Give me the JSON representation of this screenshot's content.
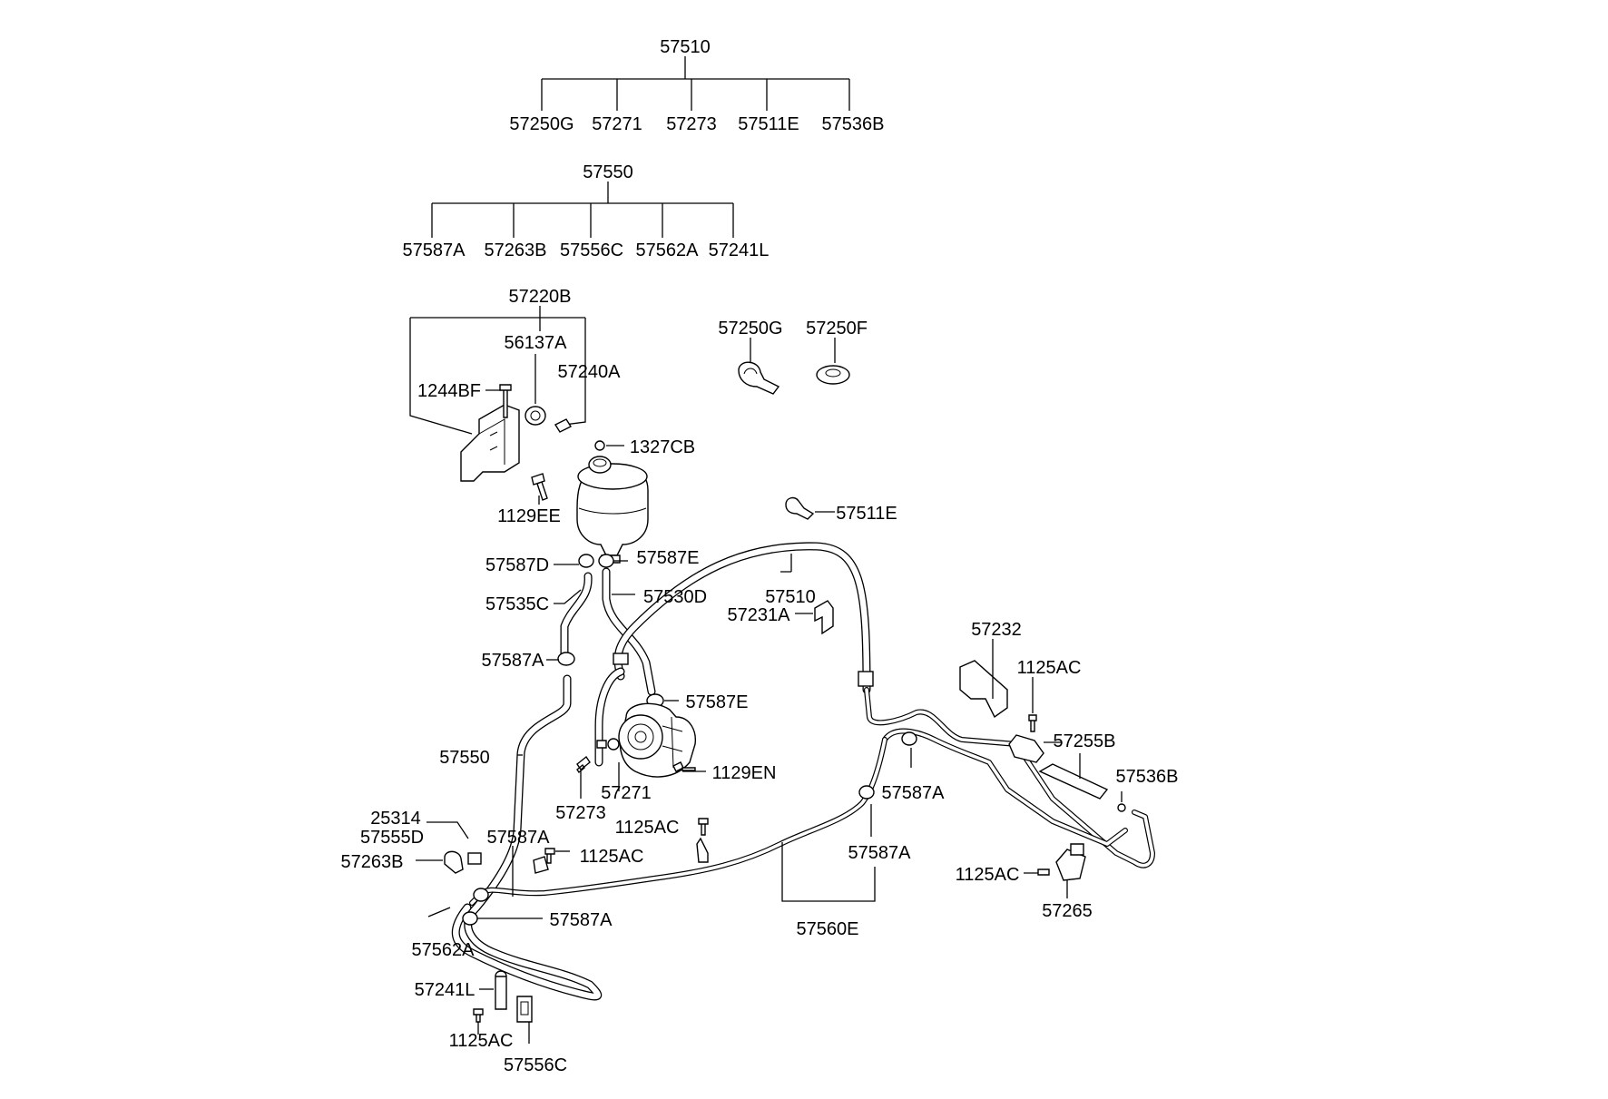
{
  "assemblies": [
    {
      "parent": "57510",
      "children": [
        "57250G",
        "57271",
        "57273",
        "57511E",
        "57536B"
      ]
    },
    {
      "parent": "57550",
      "children": [
        "57587A",
        "57263B",
        "57556C",
        "57562A",
        "57241L"
      ]
    }
  ],
  "callouts": {
    "c57220B": "57220B",
    "c56137A": "56137A",
    "c57240A": "57240A",
    "c1244BF": "1244BF",
    "c1327CB": "1327CB",
    "c1129EE": "1129EE",
    "c57250G": "57250G",
    "c57250F": "57250F",
    "c57511E": "57511E",
    "c57587D": "57587D",
    "c57587E_top": "57587E",
    "c57535C": "57535C",
    "c57530D": "57530D",
    "c57510": "57510",
    "c57231A": "57231A",
    "c57587A_upper": "57587A",
    "c57587E_pump": "57587E",
    "c57232": "57232",
    "c1125AC_right_top": "1125AC",
    "c57255B": "57255B",
    "c57536B": "57536B",
    "c57550": "57550",
    "c1129EN": "1129EN",
    "c57273": "57273",
    "c57271": "57271",
    "c57587A_mid": "57587A",
    "c25314": "25314",
    "c57555D": "57555D",
    "c57587A_left": "57587A",
    "c1125AC_center": "1125AC",
    "c1125AC_left": "1125AC",
    "c57587A_right": "57587A",
    "c57263B": "57263B",
    "c1125AC_right": "1125AC",
    "c57265": "57265",
    "c57587A_low": "57587A",
    "c57562A": "57562A",
    "c57560E": "57560E",
    "c57241L": "57241L",
    "c1125AC_bottom": "1125AC",
    "c57556C": "57556C"
  }
}
